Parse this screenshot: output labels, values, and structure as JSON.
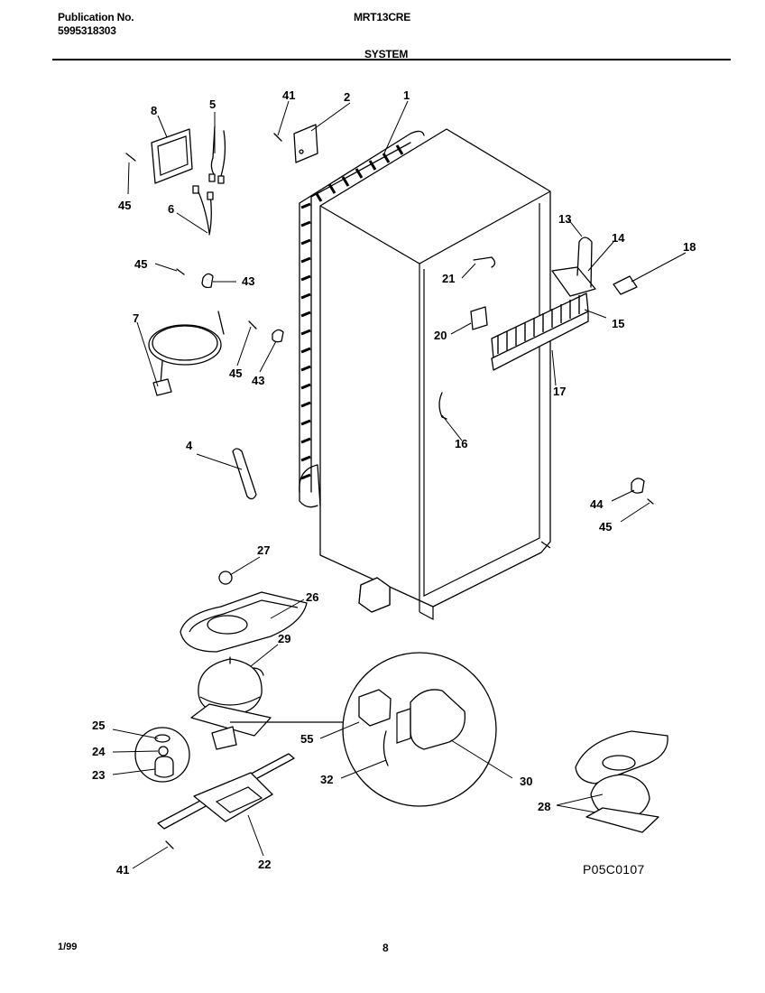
{
  "header": {
    "publication_label": "Publication No.",
    "publication_number": "5995318303",
    "model": "MRT13CRE",
    "section": "SYSTEM"
  },
  "footer": {
    "date": "1/99",
    "page": "8"
  },
  "diagram_code": "P05C0107",
  "callouts": {
    "c1": "1",
    "c2": "2",
    "c41a": "41",
    "c5": "5",
    "c8": "8",
    "c45a": "45",
    "c6": "6",
    "c45b": "45",
    "c43a": "43",
    "c7": "7",
    "c45c": "45",
    "c43b": "43",
    "c13": "13",
    "c14": "14",
    "c18": "18",
    "c21": "21",
    "c15": "15",
    "c20": "20",
    "c17": "17",
    "c16": "16",
    "c4": "4",
    "c44": "44",
    "c45d": "45",
    "c27": "27",
    "c26": "26",
    "c29": "29",
    "c25": "25",
    "c55": "55",
    "c24": "24",
    "c23": "23",
    "c32": "32",
    "c30": "30",
    "c28": "28",
    "c41b": "41",
    "c22": "22"
  }
}
